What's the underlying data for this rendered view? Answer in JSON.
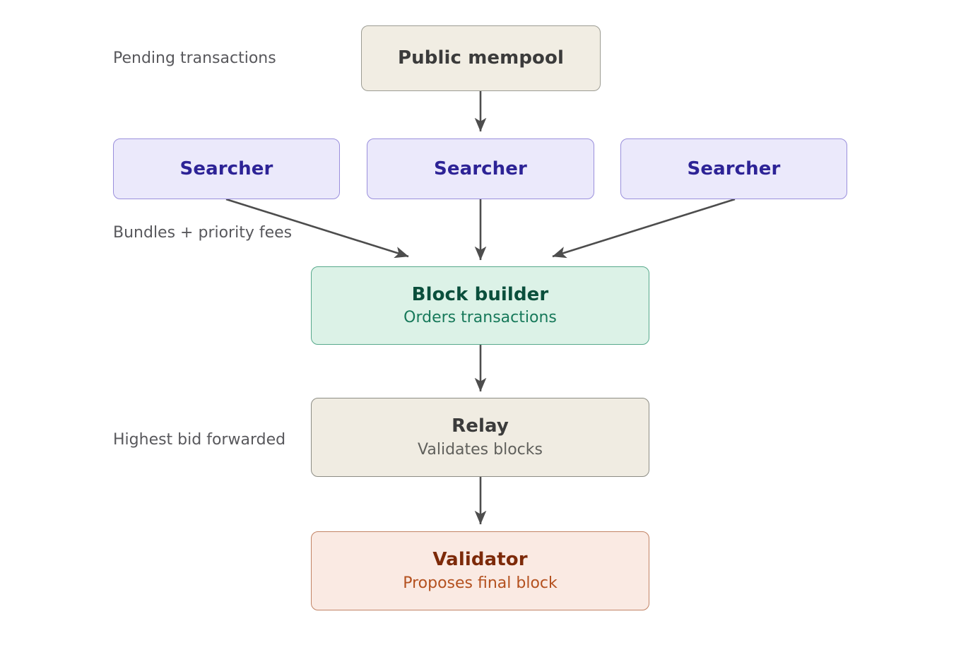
{
  "diagram": {
    "background": "#ffffff",
    "edge_color": "#4d4d4d",
    "nodes": [
      {
        "id": "mempool",
        "title": "Public mempool",
        "subtitle": "",
        "fill": "#f1ede3",
        "stroke": "#9c9c93",
        "title_color": "#3b3b3b"
      },
      {
        "id": "searcher-left",
        "title": "Searcher",
        "subtitle": "",
        "fill": "#ebe9fb",
        "stroke": "#9a8fdc",
        "title_color": "#2d2396"
      },
      {
        "id": "searcher-center",
        "title": "Searcher",
        "subtitle": "",
        "fill": "#ebe9fb",
        "stroke": "#9a8fdc",
        "title_color": "#2d2396"
      },
      {
        "id": "searcher-right",
        "title": "Searcher",
        "subtitle": "",
        "fill": "#ebe9fb",
        "stroke": "#9a8fdc",
        "title_color": "#2d2396"
      },
      {
        "id": "block-builder",
        "title": "Block builder",
        "subtitle": "Orders transactions",
        "fill": "#dcf2e7",
        "stroke": "#57a98c",
        "title_color": "#0a4f3c"
      },
      {
        "id": "relay",
        "title": "Relay",
        "subtitle": "Validates blocks",
        "fill": "#f0ece2",
        "stroke": "#8d8d85",
        "title_color": "#3b3b3b"
      },
      {
        "id": "validator",
        "title": "Validator",
        "subtitle": "Proposes final block",
        "fill": "#faeae3",
        "stroke": "#c28365",
        "title_color": "#7d2a09"
      }
    ],
    "side_labels": [
      {
        "id": "pending-transactions",
        "text": "Pending transactions"
      },
      {
        "id": "bundles-priority-fees",
        "text": "Bundles + priority fees"
      },
      {
        "id": "highest-bid-forwarded",
        "text": "Highest bid forwarded"
      }
    ],
    "edges": [
      {
        "id": "mempool-to-searcher-center",
        "from": "mempool",
        "to": "searcher-center",
        "style": "straight-vertical"
      },
      {
        "id": "searcher-left-to-builder",
        "from": "searcher-left",
        "to": "block-builder",
        "style": "diagonal"
      },
      {
        "id": "searcher-center-to-builder",
        "from": "searcher-center",
        "to": "block-builder",
        "style": "straight-vertical"
      },
      {
        "id": "searcher-right-to-builder",
        "from": "searcher-right",
        "to": "block-builder",
        "style": "diagonal"
      },
      {
        "id": "builder-to-relay",
        "from": "block-builder",
        "to": "relay",
        "style": "straight-vertical"
      },
      {
        "id": "relay-to-validator",
        "from": "relay",
        "to": "validator",
        "style": "straight-vertical"
      }
    ]
  }
}
